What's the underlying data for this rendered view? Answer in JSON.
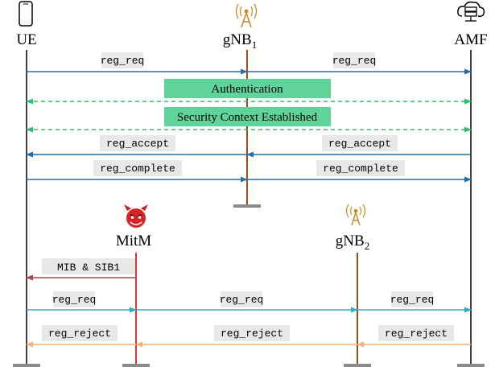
{
  "entities": {
    "ue": "UE",
    "gnb1_base": "gNB",
    "gnb1_sub": "1",
    "amf": "AMF",
    "mitm": "MitM",
    "gnb2_base": "gNB",
    "gnb2_sub": "2"
  },
  "boxes": {
    "authentication": "Authentication",
    "security_context": "Security Context Established"
  },
  "messages": {
    "reg_req_1": "reg_req",
    "reg_req_2": "reg_req",
    "reg_accept_1": "reg_accept",
    "reg_accept_2": "reg_accept",
    "reg_complete_1": "reg_complete",
    "reg_complete_2": "reg_complete",
    "mib_sib1": "MIB & SIB1",
    "reg_req_3": "reg_req",
    "reg_req_4": "reg_req",
    "reg_req_5": "reg_req",
    "reg_reject_1": "reg_reject",
    "reg_reject_2": "reg_reject",
    "reg_reject_3": "reg_reject"
  },
  "colors": {
    "blue": "#1f6fb2",
    "green": "#27c26b",
    "box_fill": "#5fd39a",
    "orange": "#f5b178",
    "dark_red": "#b84040",
    "cyan": "#1eb5c9",
    "red": "#e03535",
    "brown": "#9a4e16",
    "ground": "#8a8a8a"
  },
  "icons": [
    "phone-icon",
    "antenna-tower-icon",
    "server-cloud-icon",
    "devil-icon"
  ]
}
